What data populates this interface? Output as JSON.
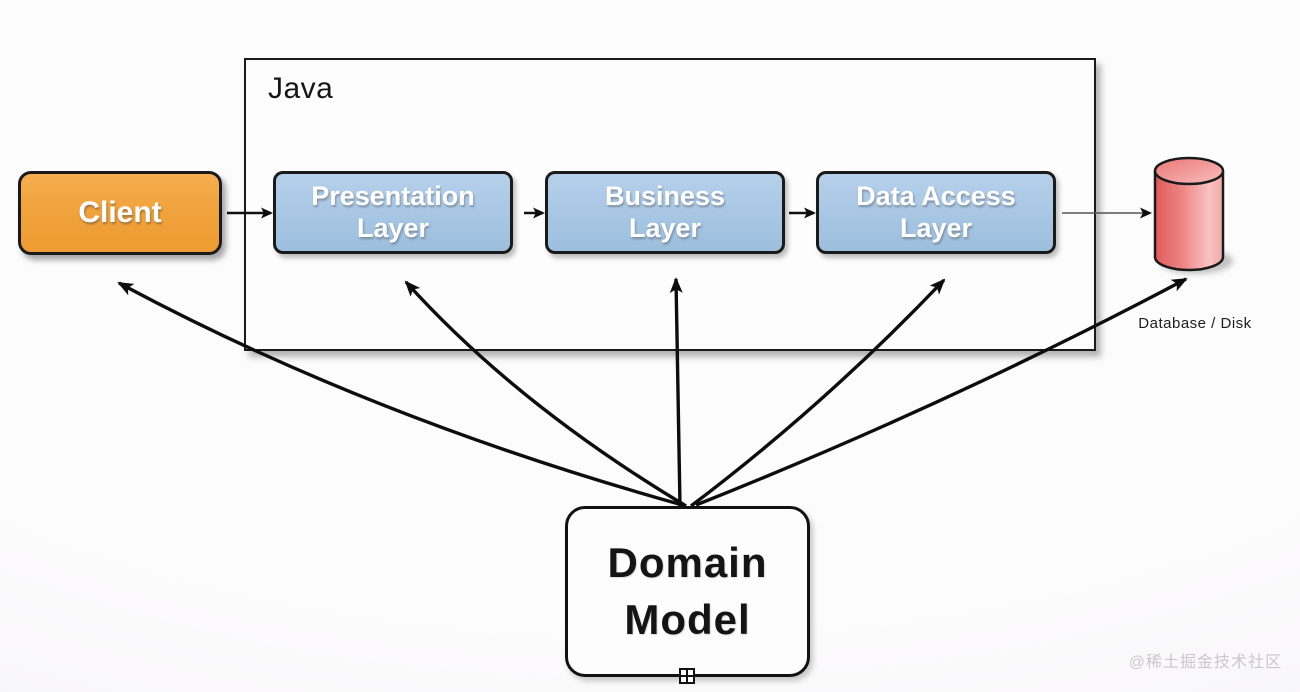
{
  "client": {
    "label": "Client"
  },
  "java": {
    "label": "Java"
  },
  "layers": [
    {
      "id": "presentation-layer",
      "label": "Presentation Layer",
      "lines": [
        "Presentation",
        "Layer"
      ]
    },
    {
      "id": "business-layer",
      "label": "Business Layer",
      "lines": [
        "Business",
        "Layer"
      ]
    },
    {
      "id": "data-access-layer",
      "label": "Data Access Layer",
      "lines": [
        "Data Access",
        "Layer"
      ]
    }
  ],
  "database": {
    "label": "Database / Disk"
  },
  "domain_model": {
    "label": "Domain Model",
    "lines": [
      "Domain",
      "Model"
    ]
  },
  "watermark": {
    "label": "@稀土掘金技术社区"
  },
  "colors": {
    "client_fill": "#F0A13A",
    "layer_fill": "#A7C6E4",
    "database_fill_dark": "#E05A5A",
    "database_fill_light": "#F9C2C2",
    "outline": "#1A1A1A",
    "arrow": "#0D0D0D",
    "background": "#FBFAFB",
    "watermark_text": "#CBC7CB"
  }
}
